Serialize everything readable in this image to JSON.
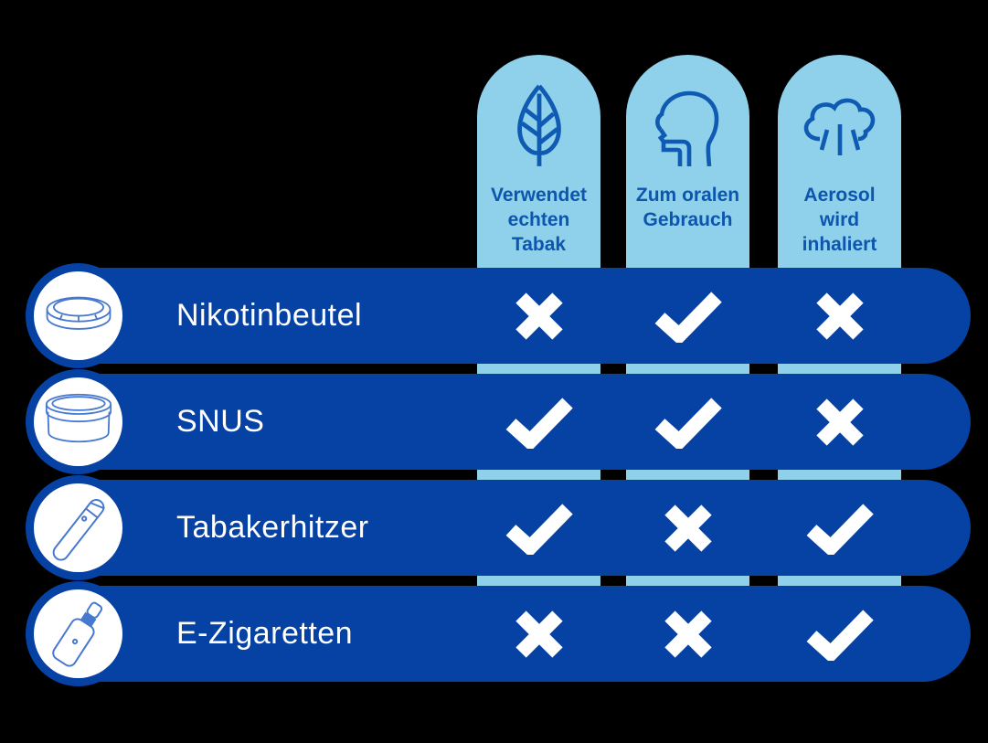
{
  "matrix": {
    "columns": [
      {
        "label": "Verwendet\nechten\nTabak",
        "icon": "tobacco-leaf-icon"
      },
      {
        "label": "Zum oralen\nGebrauch",
        "icon": "head-throat-icon"
      },
      {
        "label": "Aerosol\nwird\ninhaliert",
        "icon": "aerosol-cloud-icon"
      }
    ],
    "rows": [
      {
        "label": "Nikotinbeutel",
        "icon": "nicotine-pouch-tin-icon",
        "values": [
          "no",
          "yes",
          "no"
        ]
      },
      {
        "label": "SNUS",
        "icon": "snus-can-icon",
        "values": [
          "yes",
          "yes",
          "no"
        ]
      },
      {
        "label": "Tabakerhitzer",
        "icon": "tobacco-heater-icon",
        "values": [
          "yes",
          "no",
          "yes"
        ]
      },
      {
        "label": "E-Zigaretten",
        "icon": "e-cigarette-icon",
        "values": [
          "no",
          "no",
          "yes"
        ]
      }
    ],
    "mark_glyphs": {
      "yes": "check-icon",
      "no": "cross-icon"
    }
  },
  "colors": {
    "background": "#000000",
    "row_blue": "#0542a4",
    "column_blue": "#8fd0ea",
    "header_text": "#0d56ae",
    "header_icon": "#0f5ab2",
    "line_icon": "#4678cf",
    "mark_white": "#ffffff"
  }
}
